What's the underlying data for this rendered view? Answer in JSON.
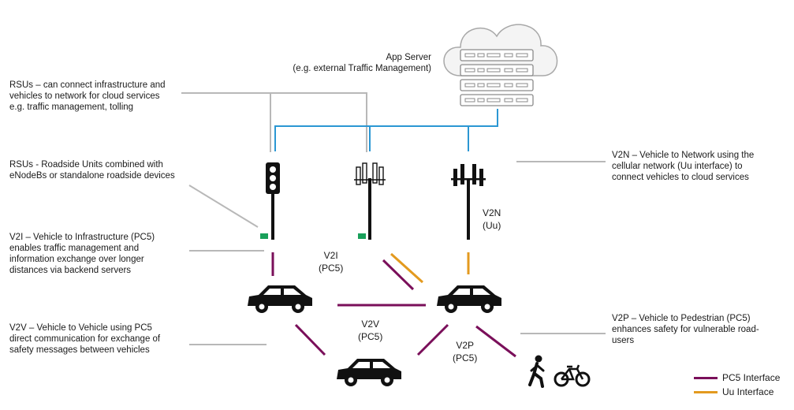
{
  "colors": {
    "pc5": "#7a0f5a",
    "uu": "#e39a1f",
    "network": "#2b97d3",
    "leader": "#b8b8b8",
    "device": "#111111",
    "rsu_box": "#19a05a"
  },
  "icons": [
    "cloud-icon",
    "server-rack-icon",
    "traffic-light-icon",
    "cell-tower-icon",
    "car-icon",
    "pedestrian-icon",
    "bicycle-icon"
  ],
  "app_server": {
    "lines": [
      "App Server",
      "(e.g. external Traffic Management)"
    ]
  },
  "descriptions": {
    "rsu_cloud": [
      "RSUs – can connect infrastructure and",
      "vehicles to network for cloud services",
      "e.g. traffic management, tolling"
    ],
    "rsu_units": [
      "RSUs - Roadside Units combined with",
      "eNodeBs or standalone roadside devices"
    ],
    "v2i": [
      "V2I – Vehicle to Infrastructure (PC5)",
      "enables traffic management and",
      "information exchange over longer",
      "distances via backend servers"
    ],
    "v2v": [
      "V2V – Vehicle to Vehicle using PC5",
      "direct communication for exchange of",
      "safety messages between vehicles"
    ],
    "v2n": [
      "V2N – Vehicle to Network using the",
      "cellular network (Uu interface) to",
      "connect vehicles to cloud services"
    ],
    "v2p": [
      "V2P – Vehicle to Pedestrian (PC5)",
      "enhances safety for vulnerable road-",
      "users"
    ]
  },
  "link_labels": {
    "v2n": [
      "V2N",
      "(Uu)"
    ],
    "v2i": [
      "V2I",
      "(PC5)"
    ],
    "v2v": [
      "V2V",
      "(PC5)"
    ],
    "v2p": [
      "V2P",
      "(PC5)"
    ]
  },
  "legend": [
    {
      "label": "PC5 Interface",
      "color_key": "pc5"
    },
    {
      "label": "Uu Interface",
      "color_key": "uu"
    }
  ]
}
